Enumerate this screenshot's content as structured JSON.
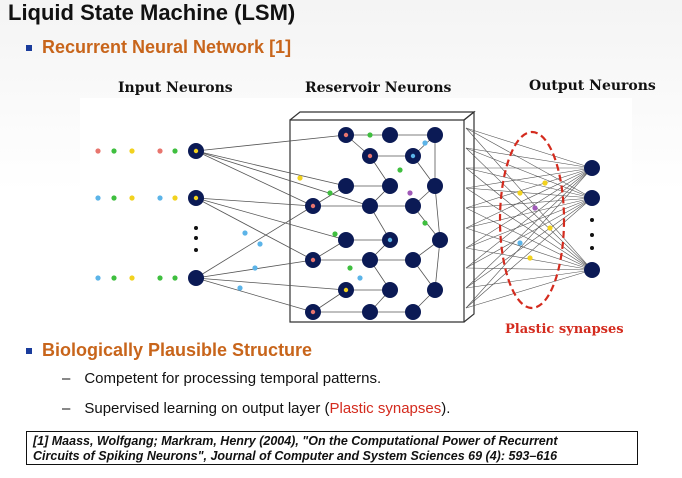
{
  "slide": {
    "title": "Liquid State Machine (LSM)"
  },
  "bullets": [
    {
      "text": "Recurrent Neural Network [1]"
    },
    {
      "text": "Biologically Plausible Structure"
    }
  ],
  "sub_bullets": [
    {
      "dash": "–",
      "text": "Competent for processing temporal patterns."
    },
    {
      "dash": "–",
      "text_before": "Supervised learning on output layer (",
      "highlight": "Plastic synapses",
      "text_after": ")."
    }
  ],
  "diagram": {
    "labels": {
      "input": "Input Neurons",
      "reservoir": "Reservoir Neurons",
      "output": "Output Neurons",
      "plastic": "Plastic synapses"
    },
    "colors": {
      "neuron": "#0b1a55",
      "synapse_ellipse": "#d42b1e",
      "line": "#555555",
      "spike_red": "#e8756e",
      "spike_green": "#3fbf3f",
      "spike_yellow": "#f2d21e",
      "spike_blue": "#5cb4e8",
      "spike_purple": "#a05ab8"
    },
    "icons": [
      "neuron-circle",
      "spike-dot",
      "arrow-head"
    ]
  },
  "reference": {
    "line1": "[1] Maass, Wolfgang; Markram, Henry (2004), \"On the Computational Power of Recurrent",
    "line2": "Circuits of Spiking Neurons\", Journal of Computer and System Sciences 69 (4): 593–616"
  }
}
